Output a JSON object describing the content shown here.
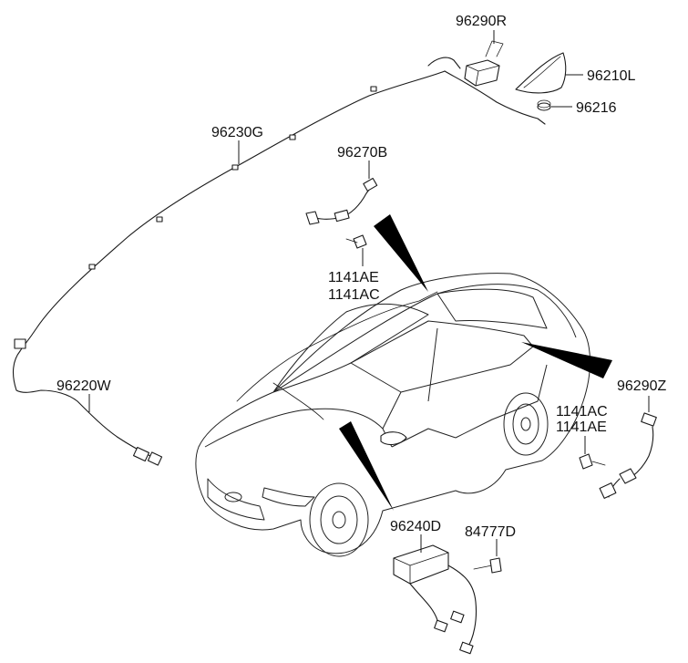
{
  "labels": {
    "p96290R": "96290R",
    "p96210L": "96210L",
    "p96216": "96216",
    "p96230G": "96230G",
    "p96270B": "96270B",
    "p1141AE_a": "1141AE",
    "p1141AC_a": "1141AC",
    "p96220W": "96220W",
    "p96290Z": "96290Z",
    "p1141AC_b": "1141AC",
    "p1141AE_b": "1141AE",
    "p96240D": "96240D",
    "p84777D": "84777D"
  }
}
